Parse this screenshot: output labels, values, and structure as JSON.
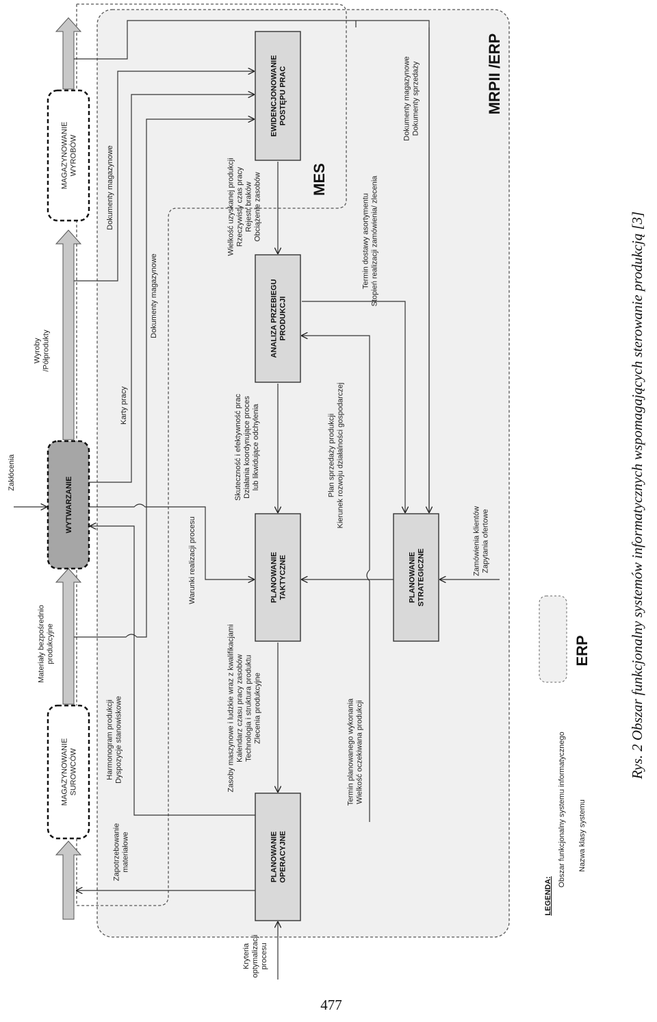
{
  "regions": {
    "mrp_erp": "MRPII /ERP",
    "mes": "MES"
  },
  "boxes": {
    "ewidencjonowanie": [
      "EWIDENCJONOWANIE",
      "POSTĘPU PRAC"
    ],
    "analiza": [
      "ANALIZA PRZEBIEGU",
      "PRODUKCJI"
    ],
    "taktyczne": [
      "PLANOWANIE",
      "TAKTYCZNE"
    ],
    "strategiczne": [
      "PLANOWANIE",
      "STRATEGICZNE"
    ],
    "operacyjne": [
      "PLANOWANIE",
      "OPERACYJNE"
    ],
    "wytwarzanie": "WYTWARZANIE",
    "mag_wyrobow": [
      "MAGAZYNOWANIE",
      "WYROBÓW"
    ],
    "mag_surowcow": [
      "MAGAZYNOWANIE",
      "SUROWCÓW"
    ]
  },
  "labels": {
    "dok_mag_1": "Dokumenty magazynowe",
    "wyroby": [
      "Wyroby",
      "/Półprodukty"
    ],
    "zaklocenia": "Zakłócenia",
    "materialy": [
      "Materiały bezpośrednio",
      "produkcyjne"
    ],
    "zapotrzebowanie": [
      "Zapotrzebowanie",
      "materiałowe"
    ],
    "harmonogram": [
      "Harmonogram produkcji",
      "Dyspozycje stanowiskowe"
    ],
    "karty": "Karty pracy",
    "dok_mag_2": "Dokumenty magazynowe",
    "warunki": "Warunki realizacji procesu",
    "zasoby": [
      "Zasoby maszynowe i ludzkie wraz z kwalifikacjami",
      "Kalendarz czasu pracy zasobów",
      "Technologia i struktura produktu",
      "Zlecenia produkcyjne"
    ],
    "skutecznosc": [
      "Skuteczność i efektywność prac",
      "Działania koordynujące proces",
      "lub likwidujące odchylenia"
    ],
    "wielkosc": [
      "Wielkość uzyskanej produkcji",
      "Rzeczywisty czas pracy",
      "Rejestr braków",
      "Obciążenie zasobów"
    ],
    "plan_sprzedazy": [
      "Plan sprzedaży produkcji",
      "Kierunek rozwoju działalności gospodarczej"
    ],
    "termin_planowanego": [
      "Termin planowanego wykonania",
      "Wielkość oczekiwana produkcji"
    ],
    "termin_dostawy": [
      "Termin dostawy asortymentu",
      "Stopień realizacji zamówienia/ zlecenia"
    ],
    "dok_sprzedazy": [
      "Dokumenty magazynowe",
      "Dokumenty sprzedaży"
    ],
    "zamowienia": [
      "Zamówienia klientów",
      "Zapytania ofertowe"
    ],
    "kryteria": [
      "Kryteria",
      "optymalizacji",
      "procesu"
    ]
  },
  "legend": {
    "title": "LEGENDA:",
    "item1": "Obszar funkcjonalny systemu informatycznego",
    "item2": "Nazwa klasy systemu",
    "erp": "ERP"
  },
  "caption": "Rys. 2 Obszar funkcjonalny systemów informatycznych wspomagających sterowanie produkcją [3]",
  "page_number": "477",
  "colors": {
    "box_fill": "#d9d9d9",
    "wytwarzanie_fill": "#a6a6a6",
    "region_fill": "#f0f0f0",
    "arrow_fill": "#c8c8c8",
    "line": "#333333"
  }
}
